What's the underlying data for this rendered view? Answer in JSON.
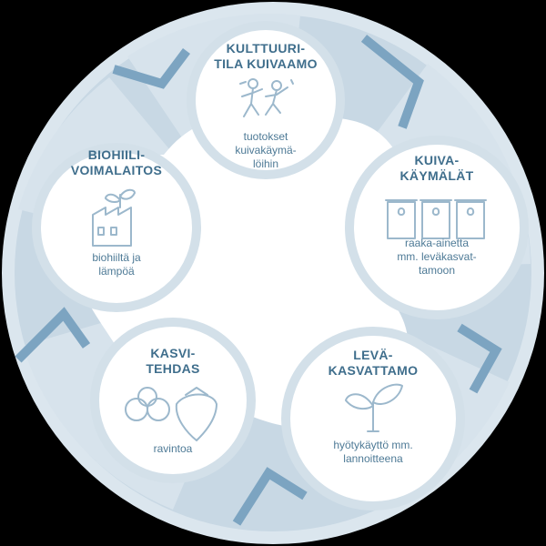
{
  "colors": {
    "background": "#000000",
    "outer_ring": "#d9e5ee",
    "inner_fill": "#c7d7e3",
    "petal": "#ffffff",
    "arrow": "#7ba3c0",
    "node_ring": "#d3e0e9",
    "text": "#3f6e8c",
    "icon": "#9cb8cc"
  },
  "nodes": [
    {
      "id": "kulttuuritila",
      "title_line1": "KULTTUURI-",
      "title_line2": "TILA KUIVAAMO",
      "desc_line1": "tuotokset",
      "desc_line2": "kuivakäymä-",
      "desc_line3": "löihin",
      "icon": "dancing-people-icon"
    },
    {
      "id": "kuivakaymalat",
      "title_line1": "KUIVA-",
      "title_line2": "KÄYMÄLÄT",
      "desc_line1": "raaka-ainetta",
      "desc_line2": "mm. leväkasvat-",
      "desc_line3": "tamoon",
      "icon": "dry-toilets-icon"
    },
    {
      "id": "levakasvattamo",
      "title_line1": "LEVÄ-",
      "title_line2": "KASVATTAMO",
      "desc_line1": "hyötykäyttö mm.",
      "desc_line2": "lannoitteena",
      "icon": "sprout-icon"
    },
    {
      "id": "kasvitehdas",
      "title_line1": "KASVI-",
      "title_line2": "TEHDAS",
      "desc_line1": "ravintoa",
      "icon": "berries-icon"
    },
    {
      "id": "biohiilivoimalaitos",
      "title_line1": "BIOHIILI-",
      "title_line2": "VOIMALAITOS",
      "desc_line1": "biohiiltä ja",
      "desc_line2": "lämpöä",
      "icon": "factory-plant-icon"
    }
  ]
}
